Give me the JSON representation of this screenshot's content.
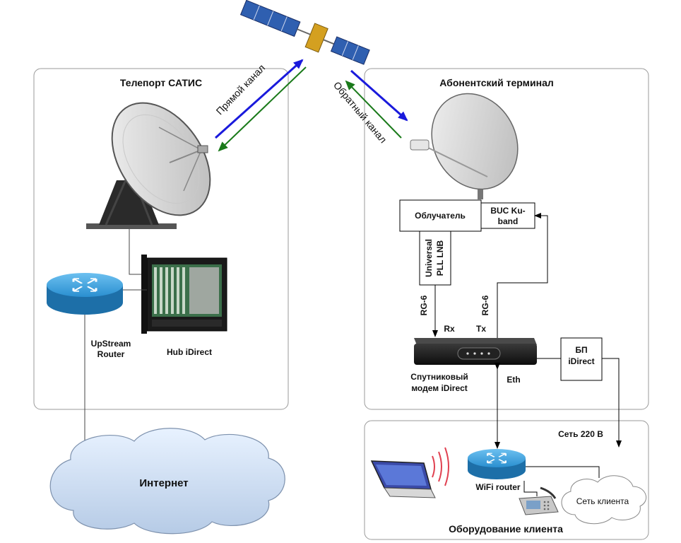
{
  "teleport": {
    "title": "Телепорт САТИС",
    "upstream_line1": "UpStream",
    "upstream_line2": "Router",
    "hub_label": "Hub iDirect"
  },
  "channels": {
    "forward": "Прямой канал",
    "reverse": "Обратный канал"
  },
  "terminal": {
    "title": "Абонентский терминал",
    "feed": "Облучатель",
    "buc_line1": "BUC Ku-",
    "buc_line2": "band",
    "lnb_line1": "Universal",
    "lnb_line2": "PLL LNB",
    "cable_rx": "RG-6",
    "cable_tx": "RG-6",
    "rx": "Rx",
    "tx": "Tx",
    "modem_line1": "Спутниковый",
    "modem_line2": "модем iDirect",
    "eth": "Eth",
    "psu_line1": "БП",
    "psu_line2": "iDirect"
  },
  "client": {
    "title": "Оборудование клиента",
    "power": "Сеть 220 В",
    "wifi": "WiFi router",
    "network": "Сеть клиента"
  },
  "internet": "Интернет",
  "colors": {
    "forward_arrow": "#1a1adc",
    "reverse_arrow": "#1a7a1a",
    "router": "#2a8fd0",
    "panel_border": "#999999"
  }
}
